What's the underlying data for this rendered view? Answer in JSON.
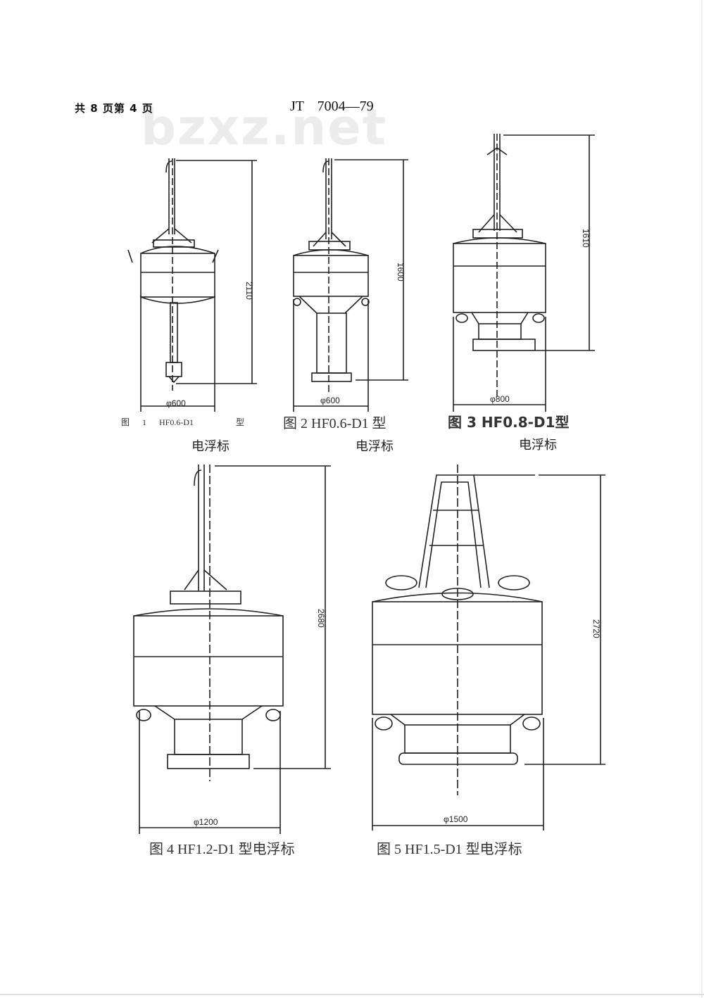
{
  "header": {
    "page_info": "共 8 页第 4 页",
    "standard": "JT 7004—79",
    "watermark": "bzxz.net"
  },
  "figures": [
    {
      "caption_parts": [
        "图",
        "1",
        "HF0.6-D1",
        "型"
      ],
      "subtitle": "电浮标",
      "diameter_label": "φ600",
      "height_label": "2110"
    },
    {
      "caption": "图 2 HF0.6-D1   型",
      "subtitle": "电浮标",
      "diameter_label": "φ600",
      "height_label": "1600"
    },
    {
      "caption": "图 3   HF0.8-D1型",
      "subtitle": "电浮标",
      "diameter_label": "φ800",
      "height_label": "1610"
    },
    {
      "caption": "图  4   HF1.2-D1   型电浮标",
      "diameter_label": "φ1200",
      "height_label": "2680"
    },
    {
      "caption": "图  5   HF1.5-D1   型电浮标",
      "diameter_label": "φ1500",
      "height_label": "2720"
    }
  ]
}
